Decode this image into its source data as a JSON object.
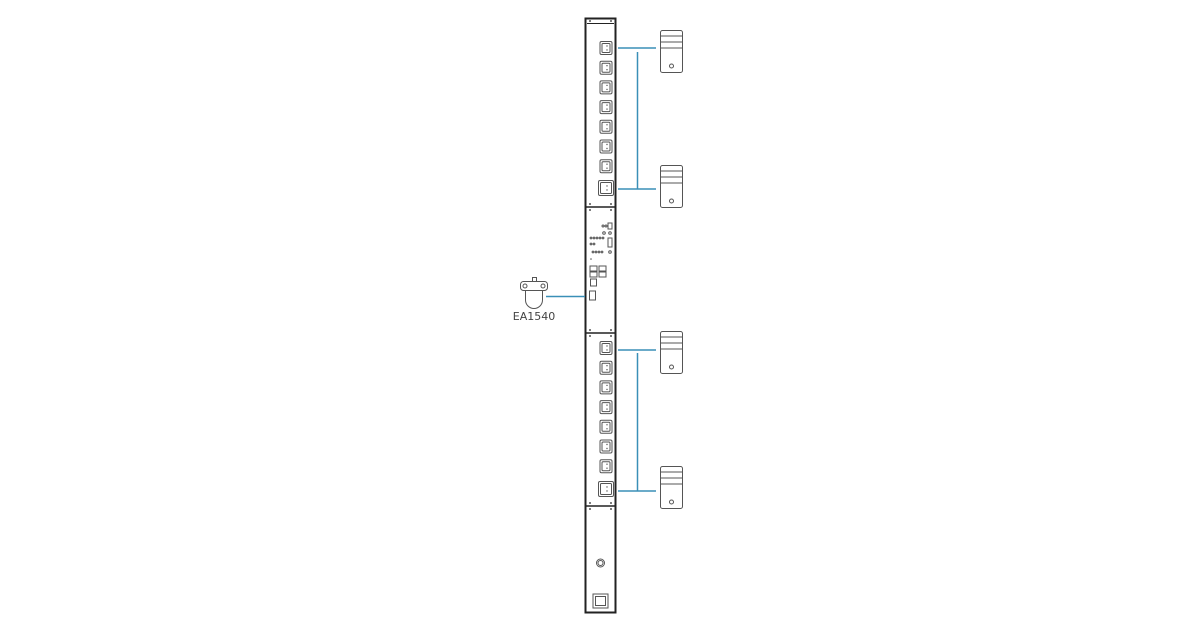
{
  "diagram": {
    "sensor_label": "EA1540",
    "colors": {
      "stroke": "#555555",
      "frame": "#222222",
      "link": "#3a8fb7"
    },
    "pdu": {
      "top_bank_outlets": 7,
      "top_bank_large_outlets": 1,
      "bottom_bank_outlets": 7,
      "bottom_bank_large_outlets": 1
    },
    "servers": 4
  }
}
